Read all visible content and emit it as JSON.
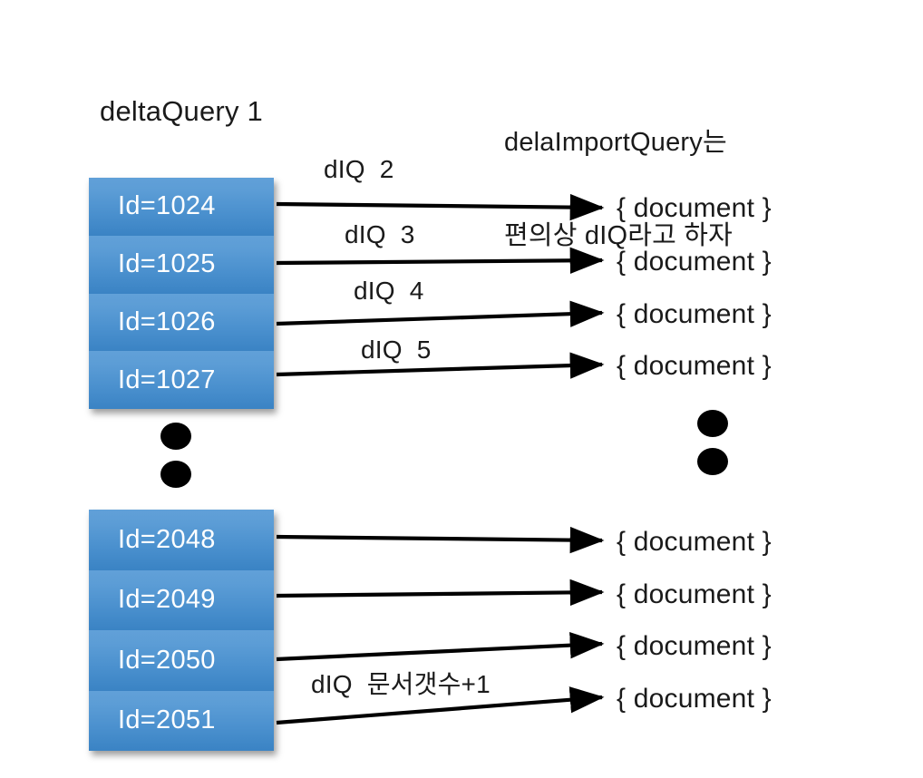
{
  "titles": {
    "left": "deltaQuery 1",
    "right_line1": "delaImportQuery는",
    "right_line2": "편의상 dIQ라고 하자"
  },
  "colors": {
    "box_gradient_top": "#61A0D8",
    "box_gradient_bottom": "#3A83C4",
    "box_text": "#FFFFFF",
    "arrow": "#000000",
    "background": "#FFFFFF",
    "text": "#1A1A1A"
  },
  "groups": [
    {
      "name": "first-batch",
      "rows": [
        {
          "id_label": "Id=1024",
          "arrow_label": "dIQ  2",
          "document_label": "{ document }"
        },
        {
          "id_label": "Id=1025",
          "arrow_label": "dIQ  3",
          "document_label": "{ document }"
        },
        {
          "id_label": "Id=1026",
          "arrow_label": "dIQ  4",
          "document_label": "{ document }"
        },
        {
          "id_label": "Id=1027",
          "arrow_label": "dIQ  5",
          "document_label": "{ document }"
        }
      ]
    },
    {
      "name": "last-batch",
      "rows": [
        {
          "id_label": "Id=2048",
          "arrow_label": "",
          "document_label": "{ document }"
        },
        {
          "id_label": "Id=2049",
          "arrow_label": "",
          "document_label": "{ document }"
        },
        {
          "id_label": "Id=2050",
          "arrow_label": "",
          "document_label": "{ document }"
        },
        {
          "id_label": "Id=2051",
          "arrow_label": "dIQ  문서갯수+1",
          "document_label": "{ document }"
        }
      ]
    }
  ],
  "ellipsis": {
    "left": "vertical-two-dots",
    "right": "vertical-two-dots"
  }
}
